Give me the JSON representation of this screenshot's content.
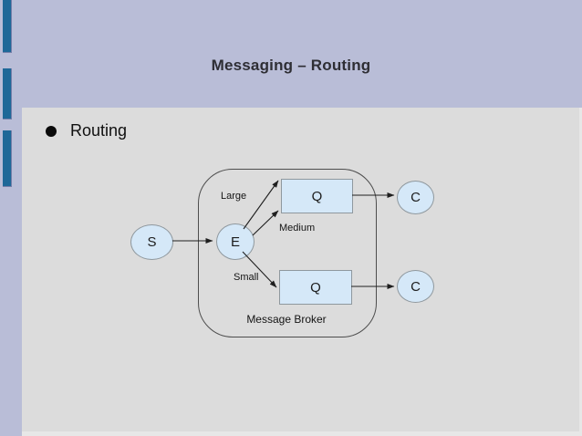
{
  "slide": {
    "title": "Messaging – Routing",
    "bullets": [
      {
        "label": "Routing"
      }
    ]
  },
  "diagram": {
    "broker_label": "Message Broker",
    "nodes": {
      "sender": "S",
      "exchange": "E",
      "queue_top": "Q",
      "queue_bottom": "Q",
      "consumer_top": "C",
      "consumer_bottom": "C"
    },
    "edges": {
      "large": "Large",
      "medium": "Medium",
      "small": "Small"
    }
  },
  "colors": {
    "slide_background": "#b9bdd7",
    "content_background": "#dcdcdc",
    "accent_bar": "#1e6898",
    "node_fill": "#d5e8f8",
    "node_border": "#8f989e",
    "broker_border": "#4d4d4d",
    "title_text": "#2e2e34",
    "arrow": "#1f1f1f"
  }
}
